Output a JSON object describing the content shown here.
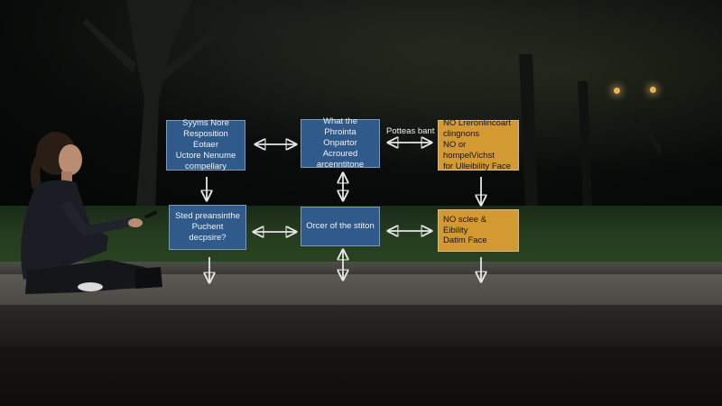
{
  "diagram": {
    "nodes": [
      {
        "id": "n1",
        "color": "blue",
        "lines": [
          "Syyms Nore",
          "Resposition Eotaer",
          "Uctore Nenume",
          "compellary"
        ]
      },
      {
        "id": "n2",
        "color": "blue",
        "lines": [
          "What the Phrointa",
          "Onpartor Acroured",
          "arcenntitone"
        ]
      },
      {
        "id": "n3",
        "color": "gold",
        "lines": [
          "NO Lreronlincoart",
          "clingnons",
          "NO or hompelVichst",
          "for Ulleibility Face"
        ]
      },
      {
        "id": "n4",
        "color": "blue",
        "lines": [
          "Sted preansinthe",
          "Puchent decpsire?"
        ]
      },
      {
        "id": "n5",
        "color": "blue",
        "lines": [
          "Orcer of the stiton"
        ]
      },
      {
        "id": "n6",
        "color": "gold",
        "lines": [
          "NO sclee & Eibility",
          "Datim Face"
        ]
      }
    ],
    "edge_label": "Potteas bant"
  },
  "colors": {
    "box_blue": "#2f5a8a",
    "box_gold": "#d39a34",
    "arrow": "#e6e6e6"
  }
}
